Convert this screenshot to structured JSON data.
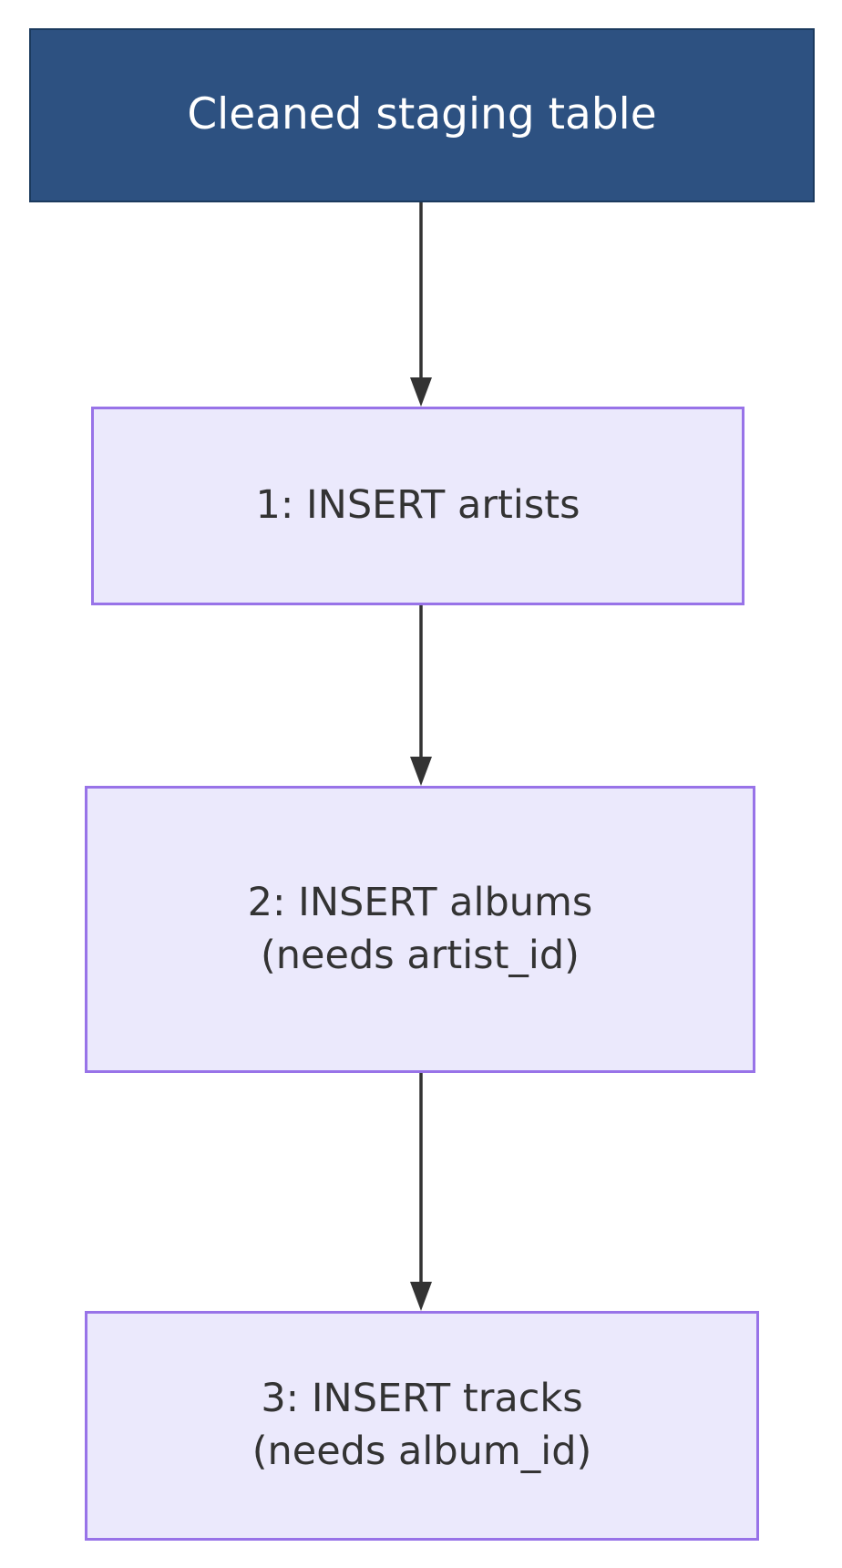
{
  "diagram": {
    "type": "flowchart",
    "orientation": "top-to-bottom",
    "background_color": "#ffffff",
    "nodes": [
      {
        "id": "start",
        "label": "Cleaned staging table",
        "lines": [
          "Cleaned staging table"
        ],
        "shape": "rectangle",
        "fill_color": "#2d5181",
        "border_color": "#1b3a5e",
        "text_color": "#ffffff"
      },
      {
        "id": "step1",
        "label": "1: INSERT artists",
        "lines": [
          "1: INSERT artists"
        ],
        "shape": "rectangle",
        "fill_color": "#ebe9fc",
        "border_color": "#9873e8",
        "text_color": "#333333"
      },
      {
        "id": "step2",
        "label": "2: INSERT albums (needs artist_id)",
        "lines": [
          "2: INSERT albums",
          "(needs artist_id)"
        ],
        "shape": "rectangle",
        "fill_color": "#ebe9fc",
        "border_color": "#9873e8",
        "text_color": "#333333"
      },
      {
        "id": "step3",
        "label": "3: INSERT tracks (needs album_id)",
        "lines": [
          "3: INSERT tracks",
          "(needs album_id)"
        ],
        "shape": "rectangle",
        "fill_color": "#ebe9fc",
        "border_color": "#9873e8",
        "text_color": "#333333"
      }
    ],
    "edges": [
      {
        "id": "edge-start-step1",
        "from": "start",
        "to": "step1",
        "label": "",
        "arrowhead": "triangle",
        "color": "#333333"
      },
      {
        "id": "edge-step1-step2",
        "from": "step1",
        "to": "step2",
        "label": "",
        "arrowhead": "triangle",
        "color": "#333333"
      },
      {
        "id": "edge-step2-step3",
        "from": "step2",
        "to": "step3",
        "label": "",
        "arrowhead": "triangle",
        "color": "#333333"
      }
    ]
  }
}
